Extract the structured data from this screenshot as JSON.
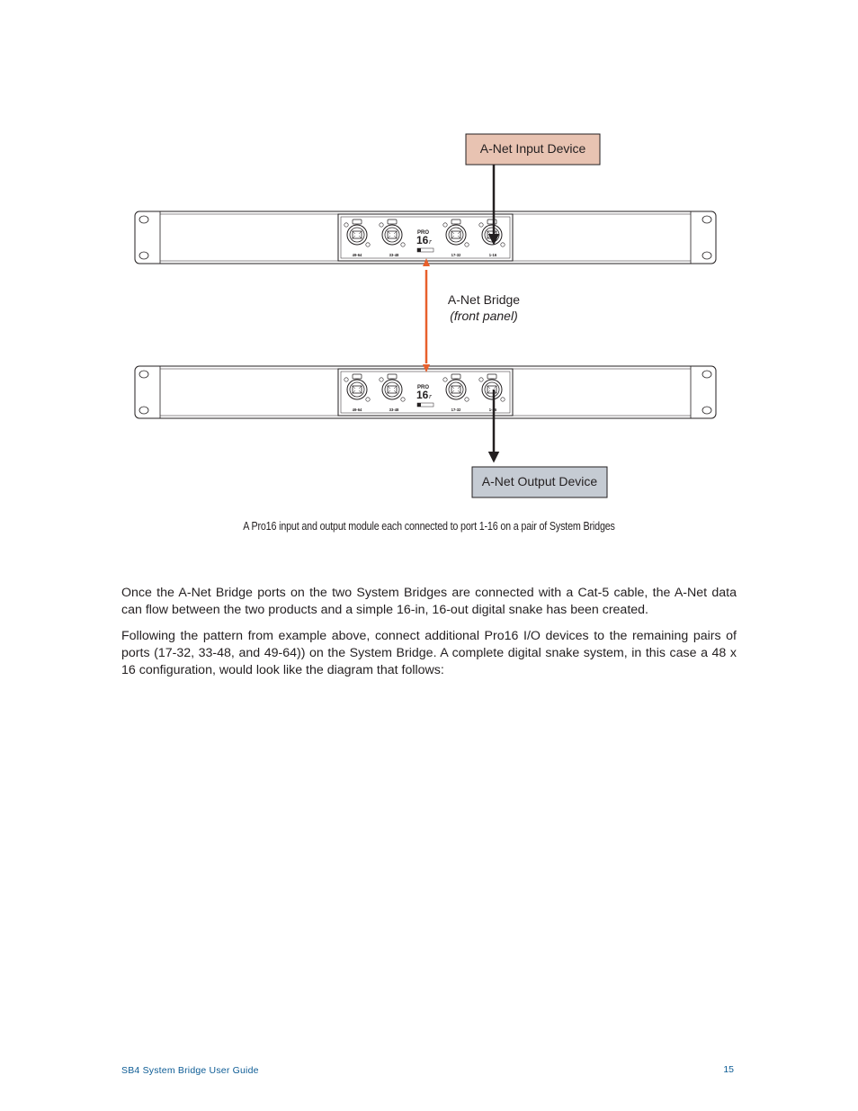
{
  "diagram": {
    "input_device_label": "A-Net Input Device",
    "output_device_label": "A-Net Output Device",
    "bridge_label": "A-Net Bridge",
    "bridge_sublabel": "(front panel)",
    "input_box_color": "#e8c3b2",
    "output_box_color": "#c5cbd3",
    "bridge_link_color": "#e8602c",
    "panel": {
      "brand_top": "PRO",
      "brand_main": "16",
      "brand_suffix": "r",
      "port_labels": [
        "49-64",
        "33-48",
        "17-32",
        "1-16"
      ]
    }
  },
  "caption": "A Pro16 input and output module each connected to port 1-16 on a pair of System Bridges",
  "body": {
    "paragraph1": "Once the A-Net Bridge ports on the two System Bridges are connected with a Cat-5 cable, the A-Net data can flow between the two products and a simple 16-in, 16-out digital snake has been created.",
    "paragraph2": "Following the pattern from example above, connect additional Pro16 I/O devices to the remaining pairs of ports (17-32, 33-48, and 49-64)) on the System Bridge. A complete digital snake system, in this case a 48 x 16 configuration, would look like the diagram that follows:"
  },
  "footer": {
    "guide_title": "SB4 System Bridge User Guide",
    "page_number": "15"
  }
}
